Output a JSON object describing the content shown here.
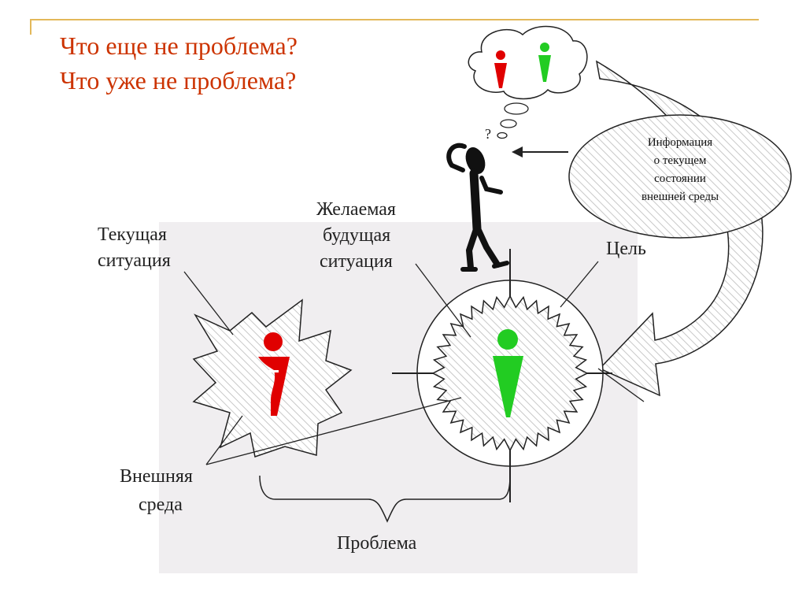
{
  "slide": {
    "title_line1": "Что еще не проблема?",
    "title_line2": "Что уже не проблема?"
  },
  "diagram": {
    "labels": {
      "current_line1": "Текущая",
      "current_line2": "ситуация",
      "desired_line1": "Желаемая",
      "desired_line2": "будущая",
      "desired_line3": "ситуация",
      "goal": "Цель",
      "environment_line1": "Внешняя",
      "environment_line2": "среда",
      "problem": "Проблема",
      "question_mark": "?"
    },
    "info_ellipse": {
      "line1": "Информация",
      "line2": "о текущем",
      "line3": "состоянии",
      "line4": "внешней среды"
    },
    "colors": {
      "title": "#cc3300",
      "current_figure": "#e00000",
      "desired_figure": "#22cc22",
      "background_panel": "#f0eef0",
      "frame": "#e3b85a"
    }
  }
}
